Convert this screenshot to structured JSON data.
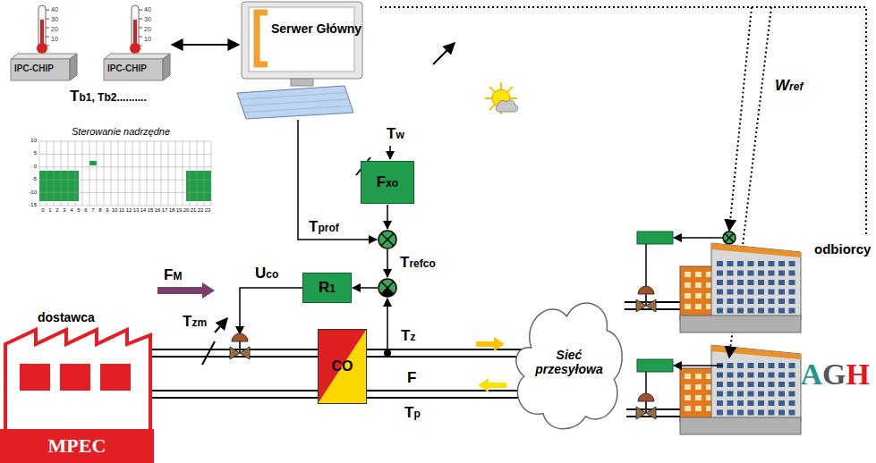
{
  "diagram": {
    "nodes": [
      {
        "text": [
          "IPC-CHIP"
        ]
      },
      {
        "text": [
          "IPC-CHIP"
        ]
      },
      {
        "text": [
          "Serwer Główny"
        ]
      },
      {
        "text": [
          "Sterowanie nadrzędne"
        ]
      },
      {
        "text": [
          "Fxo"
        ]
      },
      {
        "text": [
          "R1"
        ]
      },
      {
        "text": [
          "dostawca",
          "MPEC"
        ]
      },
      {
        "text": [
          "CO"
        ]
      },
      {
        "text": [
          "Sieć przesyłowa"
        ]
      },
      {
        "text": [
          "odbiorcy"
        ]
      }
    ],
    "edges": [
      {
        "from": 1,
        "to": 2,
        "arrow": "both"
      },
      {
        "from": 6,
        "to": 7,
        "arrow": "none"
      },
      {
        "from": 7,
        "to": 8,
        "label": "Tz",
        "arrow": "to"
      },
      {
        "from": 8,
        "to": 7,
        "label": "Tp",
        "arrow": "to"
      },
      {
        "from": 7,
        "to": 6,
        "arrow": "none"
      },
      {
        "from": 8,
        "to": 9,
        "arrow": "none"
      },
      {
        "from": 2,
        "to": 9,
        "label": "Wref",
        "arrow": "to"
      }
    ],
    "labels": [
      "40",
      "30",
      "20",
      "10",
      "40",
      "30",
      "20",
      "10",
      "Tb1, Tb2..........",
      "10",
      "5",
      "0",
      "-5",
      "-10",
      "-15",
      "0",
      "1",
      "2",
      "3",
      "4",
      "5",
      "6",
      "7",
      "8",
      "9",
      "10",
      "11",
      "12",
      "13",
      "14",
      "15",
      "16",
      "17",
      "18",
      "19",
      "20",
      "21",
      "22",
      "23",
      "Tw",
      "Tprof",
      "Trefco",
      "Uco",
      "FM",
      "Tzm",
      "F",
      "A",
      "G",
      "H"
    ]
  }
}
